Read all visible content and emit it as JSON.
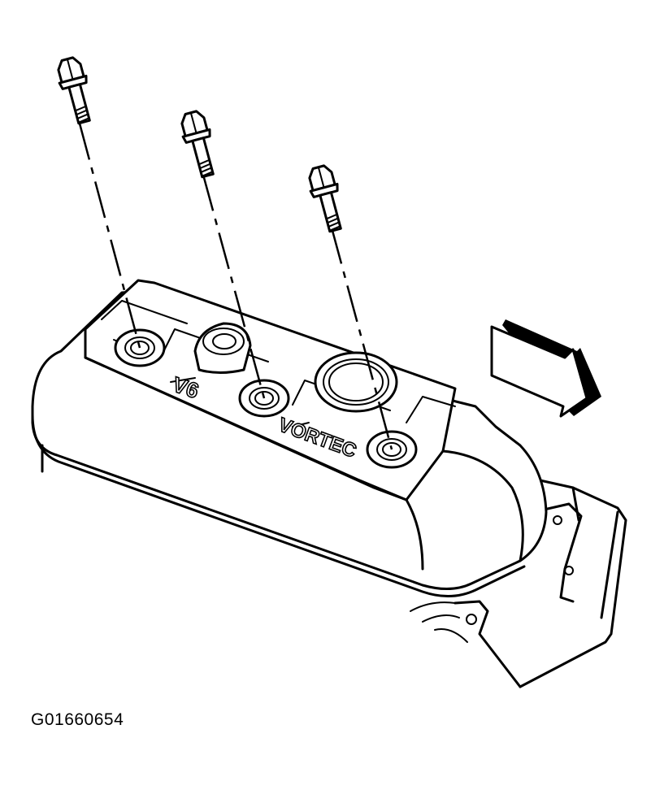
{
  "figure": {
    "id_label": "G01660654",
    "cover_embossing_left": "V6",
    "cover_embossing_right": "VORTEC"
  },
  "icons": {
    "bolts": [
      "bolt-icon",
      "bolt-icon",
      "bolt-icon"
    ],
    "arrow": "front-direction-arrow-icon"
  }
}
